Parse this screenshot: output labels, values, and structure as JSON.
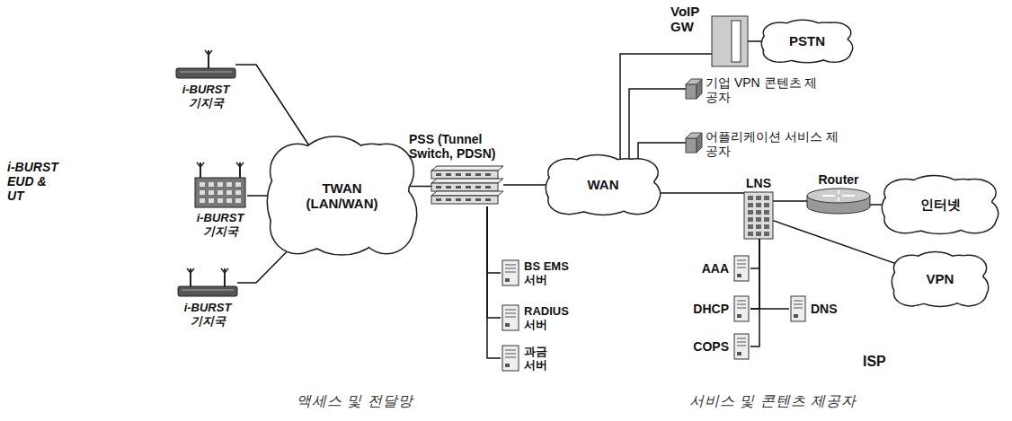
{
  "diagram": {
    "nodes": [
      {
        "text": [
          "i-BURST EUD & UT"
        ]
      },
      {
        "text": [
          "i-BURST 기지국"
        ],
        "in": 0
      },
      {
        "text": [
          "i-BURST 기지국"
        ],
        "in": 0
      },
      {
        "text": [
          "i-BURST 기지국"
        ],
        "in": 0
      },
      {
        "text": [
          "TWAN (LAN/WAN)"
        ]
      },
      {
        "text": [
          "PSS (Tunnel Switch, PDSN)"
        ]
      },
      {
        "text": [
          "BS EMS 서버"
        ]
      },
      {
        "text": [
          "RADIUS 서버"
        ]
      },
      {
        "text": [
          "과금 서버"
        ]
      },
      {
        "text": [
          "VoIP GW"
        ]
      },
      {
        "text": [
          "PSTN"
        ]
      },
      {
        "text": [
          "기업 VPN 콘텐츠 제공자"
        ]
      },
      {
        "text": [
          "어플리케이션 서비스 제공자"
        ]
      },
      {
        "text": [
          "WAN"
        ]
      },
      {
        "text": [
          "ISP"
        ]
      },
      {
        "text": [
          "LNS"
        ],
        "in": 14
      },
      {
        "text": [
          "Router"
        ],
        "in": 14
      },
      {
        "text": [
          "인터넷"
        ]
      },
      {
        "text": [
          "VPN"
        ]
      },
      {
        "text": [
          "AAA"
        ],
        "in": 14
      },
      {
        "text": [
          "DHCP"
        ],
        "in": 14
      },
      {
        "text": [
          "DNS"
        ],
        "in": 14
      },
      {
        "text": [
          "COPS"
        ],
        "in": 14
      }
    ],
    "edges": [
      {
        "from": 1,
        "to": 4,
        "arrow": "none"
      },
      {
        "from": 2,
        "to": 4,
        "arrow": "none"
      },
      {
        "from": 3,
        "to": 4,
        "arrow": "none"
      },
      {
        "from": 4,
        "to": 5,
        "arrow": "none"
      },
      {
        "from": 5,
        "to": 6,
        "arrow": "none"
      },
      {
        "from": 5,
        "to": 7,
        "arrow": "none"
      },
      {
        "from": 5,
        "to": 8,
        "arrow": "none"
      },
      {
        "from": 5,
        "to": 13,
        "arrow": "none"
      },
      {
        "from": 13,
        "to": 9,
        "arrow": "none"
      },
      {
        "from": 9,
        "to": 10,
        "arrow": "none"
      },
      {
        "from": 13,
        "to": 11,
        "arrow": "none"
      },
      {
        "from": 13,
        "to": 12,
        "arrow": "none"
      },
      {
        "from": 13,
        "to": 15,
        "arrow": "none"
      },
      {
        "from": 15,
        "to": 16,
        "arrow": "none"
      },
      {
        "from": 16,
        "to": 17,
        "arrow": "none"
      },
      {
        "from": 15,
        "to": 18,
        "arrow": "none"
      },
      {
        "from": 15,
        "to": 19,
        "arrow": "none"
      },
      {
        "from": 15,
        "to": 20,
        "arrow": "none"
      },
      {
        "from": 15,
        "to": 22,
        "arrow": "none"
      },
      {
        "from": 20,
        "to": 21,
        "arrow": "none"
      }
    ],
    "labels": [
      "액세스 및 전달망",
      "서비스 및 콘텐츠 제공자"
    ]
  }
}
